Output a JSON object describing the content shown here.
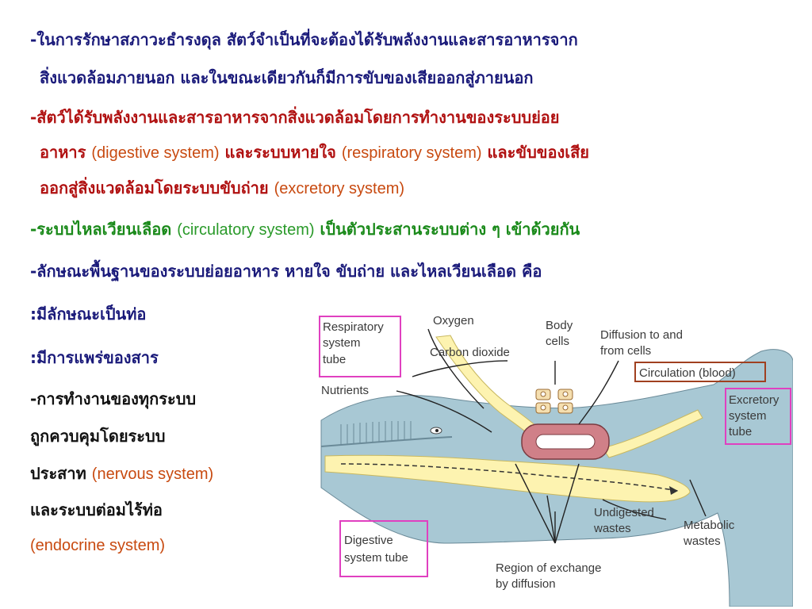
{
  "text": {
    "l1": "-ในการรักษาสภาวะธำรงดุล  สัตว์จำเป็นที่จะต้องได้รับพลังงานและสารอาหารจาก",
    "l2": "สิ่งแวดล้อมภายนอก และในขณะเดียวกันก็มีการขับของเสียออกสู่ภายนอก",
    "l3": "-สัตว์ได้รับพลังงานและสารอาหารจากสิ่งแวดล้อมโดยการทำงานของระบบย่อย",
    "l4a": "อาหาร",
    "l4b": "(digestive system)",
    "l4c": "และระบบหายใจ",
    "l4d": "(respiratory system)",
    "l4e": "และขับของเสีย",
    "l5a": "ออกสู่สิ่งแวดล้อมโดยระบบขับถ่าย",
    "l5b": "(excretory system)",
    "l6a": "-ระบบไหลเวียนเลือด",
    "l6b": "(circulatory system)",
    "l6c": "เป็นตัวประสานระบบต่าง ๆ เข้าด้วยกัน",
    "l7": "-ลักษณะพื้นฐานของระบบย่อยอาหาร หายใจ ขับถ่าย และไหลเวียนเลือด คือ",
    "l8": ":มีลักษณะเป็นท่อ",
    "l9": ":มีการแพร่ของสาร",
    "l10": "-การทำงานของทุกระบบ",
    "l11": "ถูกควบคุมโดยระบบ",
    "l12a": "ประสาท",
    "l12b": "(nervous system)",
    "l13": "และระบบต่อมไร้ท่อ",
    "l14": "(endocrine system)"
  },
  "diagram": {
    "respiratory_1": "Respiratory",
    "respiratory_2": "system",
    "respiratory_3": "tube",
    "oxygen": "Oxygen",
    "carbon_dioxide": "Carbon dioxide",
    "body_1": "Body",
    "body_2": "cells",
    "diffusion_1": "Diffusion to and",
    "diffusion_2": "from cells",
    "circulation": "Circulation (blood)",
    "excretory_1": "Excretory",
    "excretory_2": "system",
    "excretory_3": "tube",
    "nutrients": "Nutrients",
    "undigested_1": "Undigested",
    "undigested_2": "wastes",
    "metabolic_1": "Metabolic",
    "metabolic_2": "wastes",
    "digestive_1": "Digestive",
    "digestive_2": "system tube",
    "region_1": "Region of exchange",
    "region_2": "by diffusion"
  },
  "colors": {
    "box_pink": "#e040c0",
    "box_brown": "#a04020",
    "whale_blue": "#a8c8d4",
    "tube_yellow": "#fdf3b0",
    "circulation_red": "#d08088"
  }
}
